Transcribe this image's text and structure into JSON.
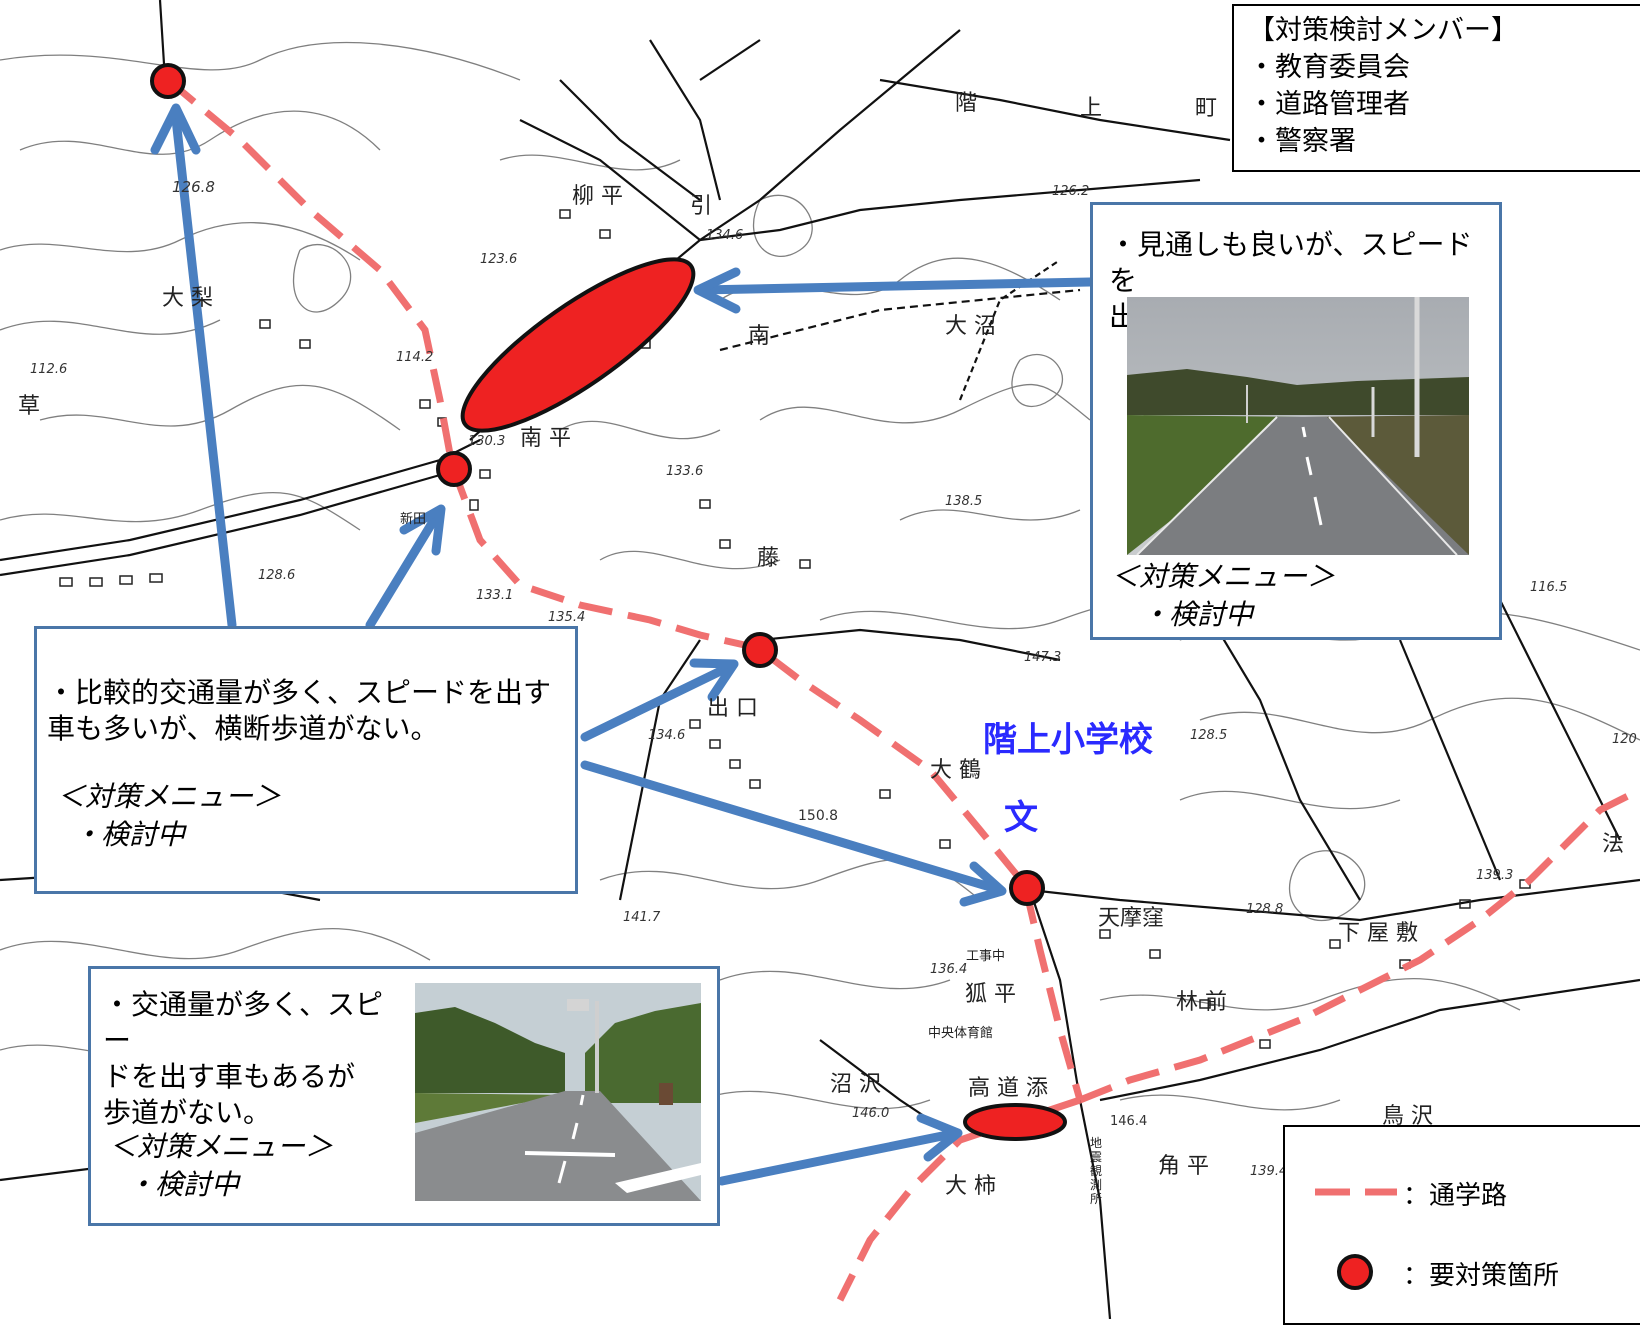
{
  "members_box": {
    "title": "【対策検討メンバー】",
    "items": [
      "・教育委員会",
      "・道路管理者",
      "・警察署"
    ]
  },
  "callouts": {
    "top_right": {
      "text": "・見通しも良いが、スピードを\n出す車もある。歩道はない",
      "menu_title": "＜対策メニュー＞",
      "menu_item": "・検討中"
    },
    "left": {
      "text": "・比較的交通量が多く、スピードを出す\n車も多いが、横断歩道がない。",
      "menu_title": "＜対策メニュー＞",
      "menu_item": "・検討中"
    },
    "bottom": {
      "text": "・交通量が多く、スピー\nドを出す車もあるが\n歩道がない。",
      "menu_title": "＜対策メニュー＞",
      "menu_item": "・検討中"
    }
  },
  "school": {
    "name": "階上小学校",
    "symbol": "文"
  },
  "legend": {
    "route_label": "：通学路",
    "spot_label": "：要対策箇所"
  },
  "map_labels": {
    "kaigami": "階",
    "kami": "上",
    "machi": "町",
    "yanagidaira": "柳 平",
    "oonashi": "大 梨",
    "minami": "南",
    "oonuma": "大 沼",
    "minamitaira": "南 平",
    "kusa": "草",
    "deguchi": "出 口",
    "ootsuru": "大 鶴",
    "tenmakubo": "天摩窪",
    "shimobyakushiki": "下 屋 敷",
    "kitsunetaira": "狐 平",
    "hayashimae": "林 前",
    "numazawa": "沼 沢",
    "takamichizoe": "高 道 添",
    "ookaki": "大 柿",
    "tsunodaira": "角 平",
    "torisawa": "鳥 沢",
    "chuo_gym": "中央体育館",
    "hou": "法",
    "kou": "工事中",
    "jishin": "地震観測所",
    "shinden": "新田",
    "fuji": "藤",
    "hiki": "引"
  },
  "elevations": [
    "126.8",
    "123.6",
    "134.6",
    "126.2",
    "114.2",
    "112.6",
    "133.6",
    "130.3",
    "138.5",
    "128.6",
    "133.1",
    "135.4",
    "147.3",
    "134.6",
    "150.8",
    "141.7",
    "136.4",
    "146.0",
    "146.4",
    "128.8",
    "139.3",
    "139.4",
    "128.5",
    "116.5",
    "120"
  ],
  "colors": {
    "route": "#f07070",
    "spot": "#ee2222",
    "arrow": "#4a7fc0",
    "school": "#2a2aff"
  }
}
